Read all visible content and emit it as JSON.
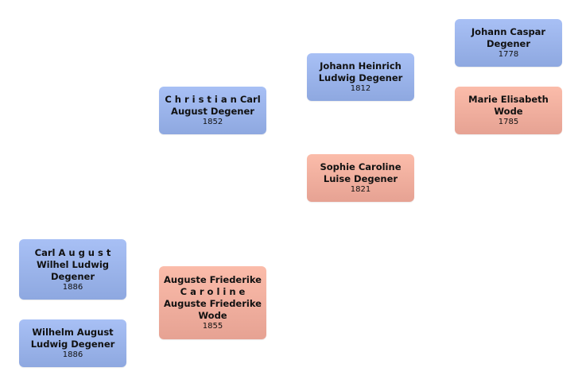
{
  "tree": {
    "people": {
      "johann_caspar": {
        "name_lines": [
          "Johann Caspar",
          "Degener"
        ],
        "year": "1778",
        "gender": "male"
      },
      "marie_elisabeth": {
        "name_lines": [
          "Marie Elisabeth",
          "Wode"
        ],
        "year": "1785",
        "gender": "female"
      },
      "johann_heinrich": {
        "name_lines": [
          "Johann Heinrich",
          "Ludwig Degener"
        ],
        "year": "1812",
        "gender": "male"
      },
      "sophie_caroline": {
        "name_lines": [
          "Sophie Caroline",
          "Luise Degener"
        ],
        "year": "1821",
        "gender": "female"
      },
      "christian_carl": {
        "name_lines": [
          "C h r i s t i a n Carl",
          "August Degener"
        ],
        "year": "1852",
        "gender": "male"
      },
      "auguste_friederike": {
        "name_lines": [
          "Auguste Friederike",
          "C a r o l i n e",
          "Auguste Friederike",
          "Wode"
        ],
        "year": "1855",
        "gender": "female"
      },
      "carl_august": {
        "name_lines": [
          "Carl A u g u s t",
          "Wilhel Ludwig",
          "Degener"
        ],
        "year": "1886",
        "gender": "male"
      },
      "wilhelm_august": {
        "name_lines": [
          "Wilhelm August",
          "Ludwig Degener"
        ],
        "year": "1886",
        "gender": "male"
      }
    },
    "colors": {
      "male": "#9bb4ec",
      "female": "#f3b0a0"
    }
  }
}
